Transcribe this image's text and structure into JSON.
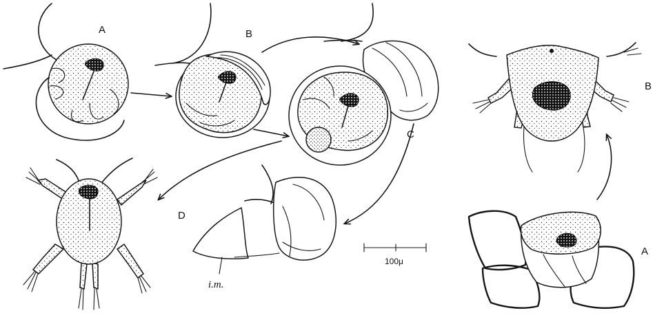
{
  "labels": {
    "left_A": "A",
    "left_B": "B",
    "left_C": "C",
    "left_D": "D",
    "right_A": "A",
    "right_B": "B",
    "inner_membrane": "i.m.",
    "scale": "100μ"
  }
}
